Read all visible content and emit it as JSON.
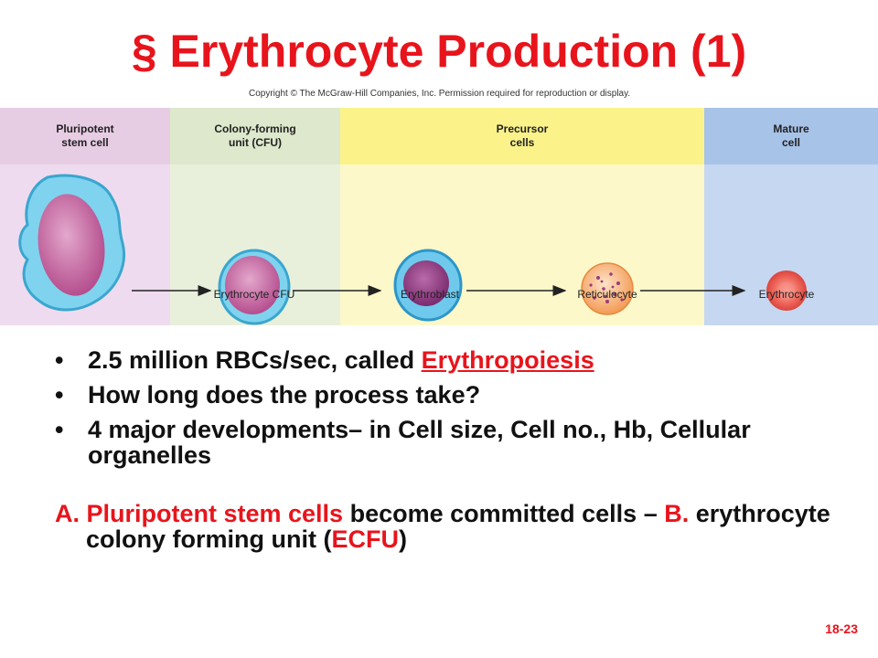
{
  "title": "§ Erythrocyte Production (1)",
  "copyright": "Copyright © The McGraw-Hill Companies, Inc. Permission required for reproduction or display.",
  "figure": {
    "stages": [
      {
        "header": "Pluripotent\nstem cell",
        "color": "#e7cde4",
        "body_color": "#efdbef"
      },
      {
        "header": "Colony-forming\nunit (CFU)",
        "color": "#dde8cc",
        "body_color": "#e8f0dc"
      },
      {
        "header": "Precursor\ncells",
        "color": "#fbf38a",
        "body_color": "#fdf8c9"
      },
      {
        "header": "Mature\ncell",
        "color": "#a7c3e8",
        "body_color": "#c6d7f1"
      }
    ],
    "captions": [
      "Erythrocyte CFU",
      "Erythroblast",
      "Reticulocyte",
      "Erythrocyte"
    ]
  },
  "bullets": {
    "b1_text": "2.5 million RBCs/sec, called ",
    "b1_link": "Erythropoiesis",
    "b2": "How long does the process take?",
    "b3": "4 major developments– in Cell size, Cell no., Hb, Cellular organelles"
  },
  "para": {
    "a_label": "A. Pluripotent stem cells",
    "a_text": " become committed cells – ",
    "b_label": "B.",
    "b_text": " erythrocyte colony forming unit (",
    "b_abbr": "ECFU",
    "b_end": ")"
  },
  "page_number": "18-23",
  "colors": {
    "accent_red": "#e8141c"
  }
}
